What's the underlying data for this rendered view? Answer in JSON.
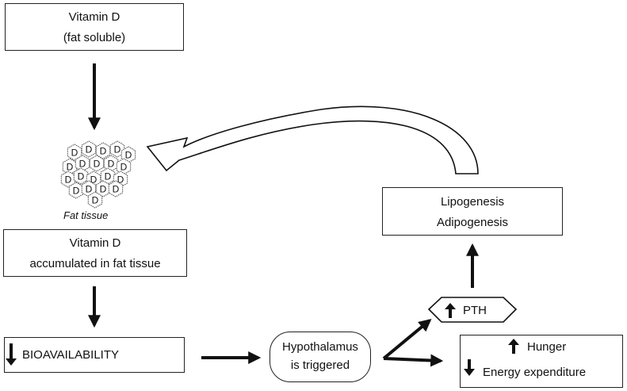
{
  "boxes": {
    "vitamin_d": {
      "line1": "Vitamin D",
      "line2": "(fat soluble)"
    },
    "fat_tissue_caption": "Fat tissue",
    "hex_letter": "D",
    "accumulated": {
      "line1": "Vitamin D",
      "line2": "accumulated in fat tissue"
    },
    "bioavailability": "BIOAVAILABILITY",
    "hypothalamus": {
      "line1": "Hypothalamus",
      "line2": "is triggered"
    },
    "pth": "PTH",
    "hunger": "Hunger",
    "energy": "Energy expenditure",
    "lipogenesis": {
      "line1": "Lipogenesis",
      "line2": "Adipogenesis"
    }
  },
  "colors": {
    "stroke": "#111111",
    "fill": "#ffffff"
  }
}
